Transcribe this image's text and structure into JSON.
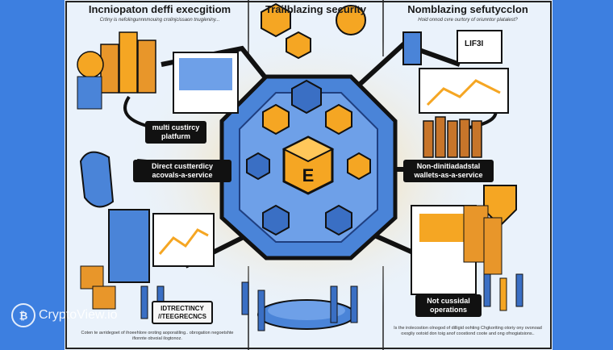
{
  "panels": [
    {
      "title": "Incniopaton deffi execgitiom",
      "subtitle": "Crtiny is nefolingunnnmouing crolinjcissaon tnugleniny..."
    },
    {
      "title": "Trailblazing security",
      "subtitle": ""
    },
    {
      "title": "Nomblazing sefutycclon",
      "subtitle": "Hoid onnod cvre ourtory of oriunntor platalest?"
    }
  ],
  "labels": {
    "multi": "multi custircy platfurm",
    "direct": "Direct custterdicy acovals-a-service",
    "noncustodial": "Non-dinitiadadstal wallets-as-a-service",
    "integrations": "IDTRECTINCY //TEEGRECNCS",
    "operations": "Not cussidal operations",
    "badge": "LIF3I"
  },
  "footers": {
    "left": "Coten te avridegoet of ihoeehlore oroting aoporatiling.. obrogation negoetshte ifionnte obvoial ilogtonoz.",
    "right": "Is the irolecostion olnogod of dilligid oohting Chgkoriting otoriy ony ovonoad oxogliy ootoid don toig anof coostiond coote and ong ofnogiatsions.."
  },
  "watermark": "CryptoView.io",
  "colors": {
    "background": "#3d7fe0",
    "accent_orange": "#f5a623",
    "accent_blue": "#4a84d8",
    "outline": "#111111"
  }
}
